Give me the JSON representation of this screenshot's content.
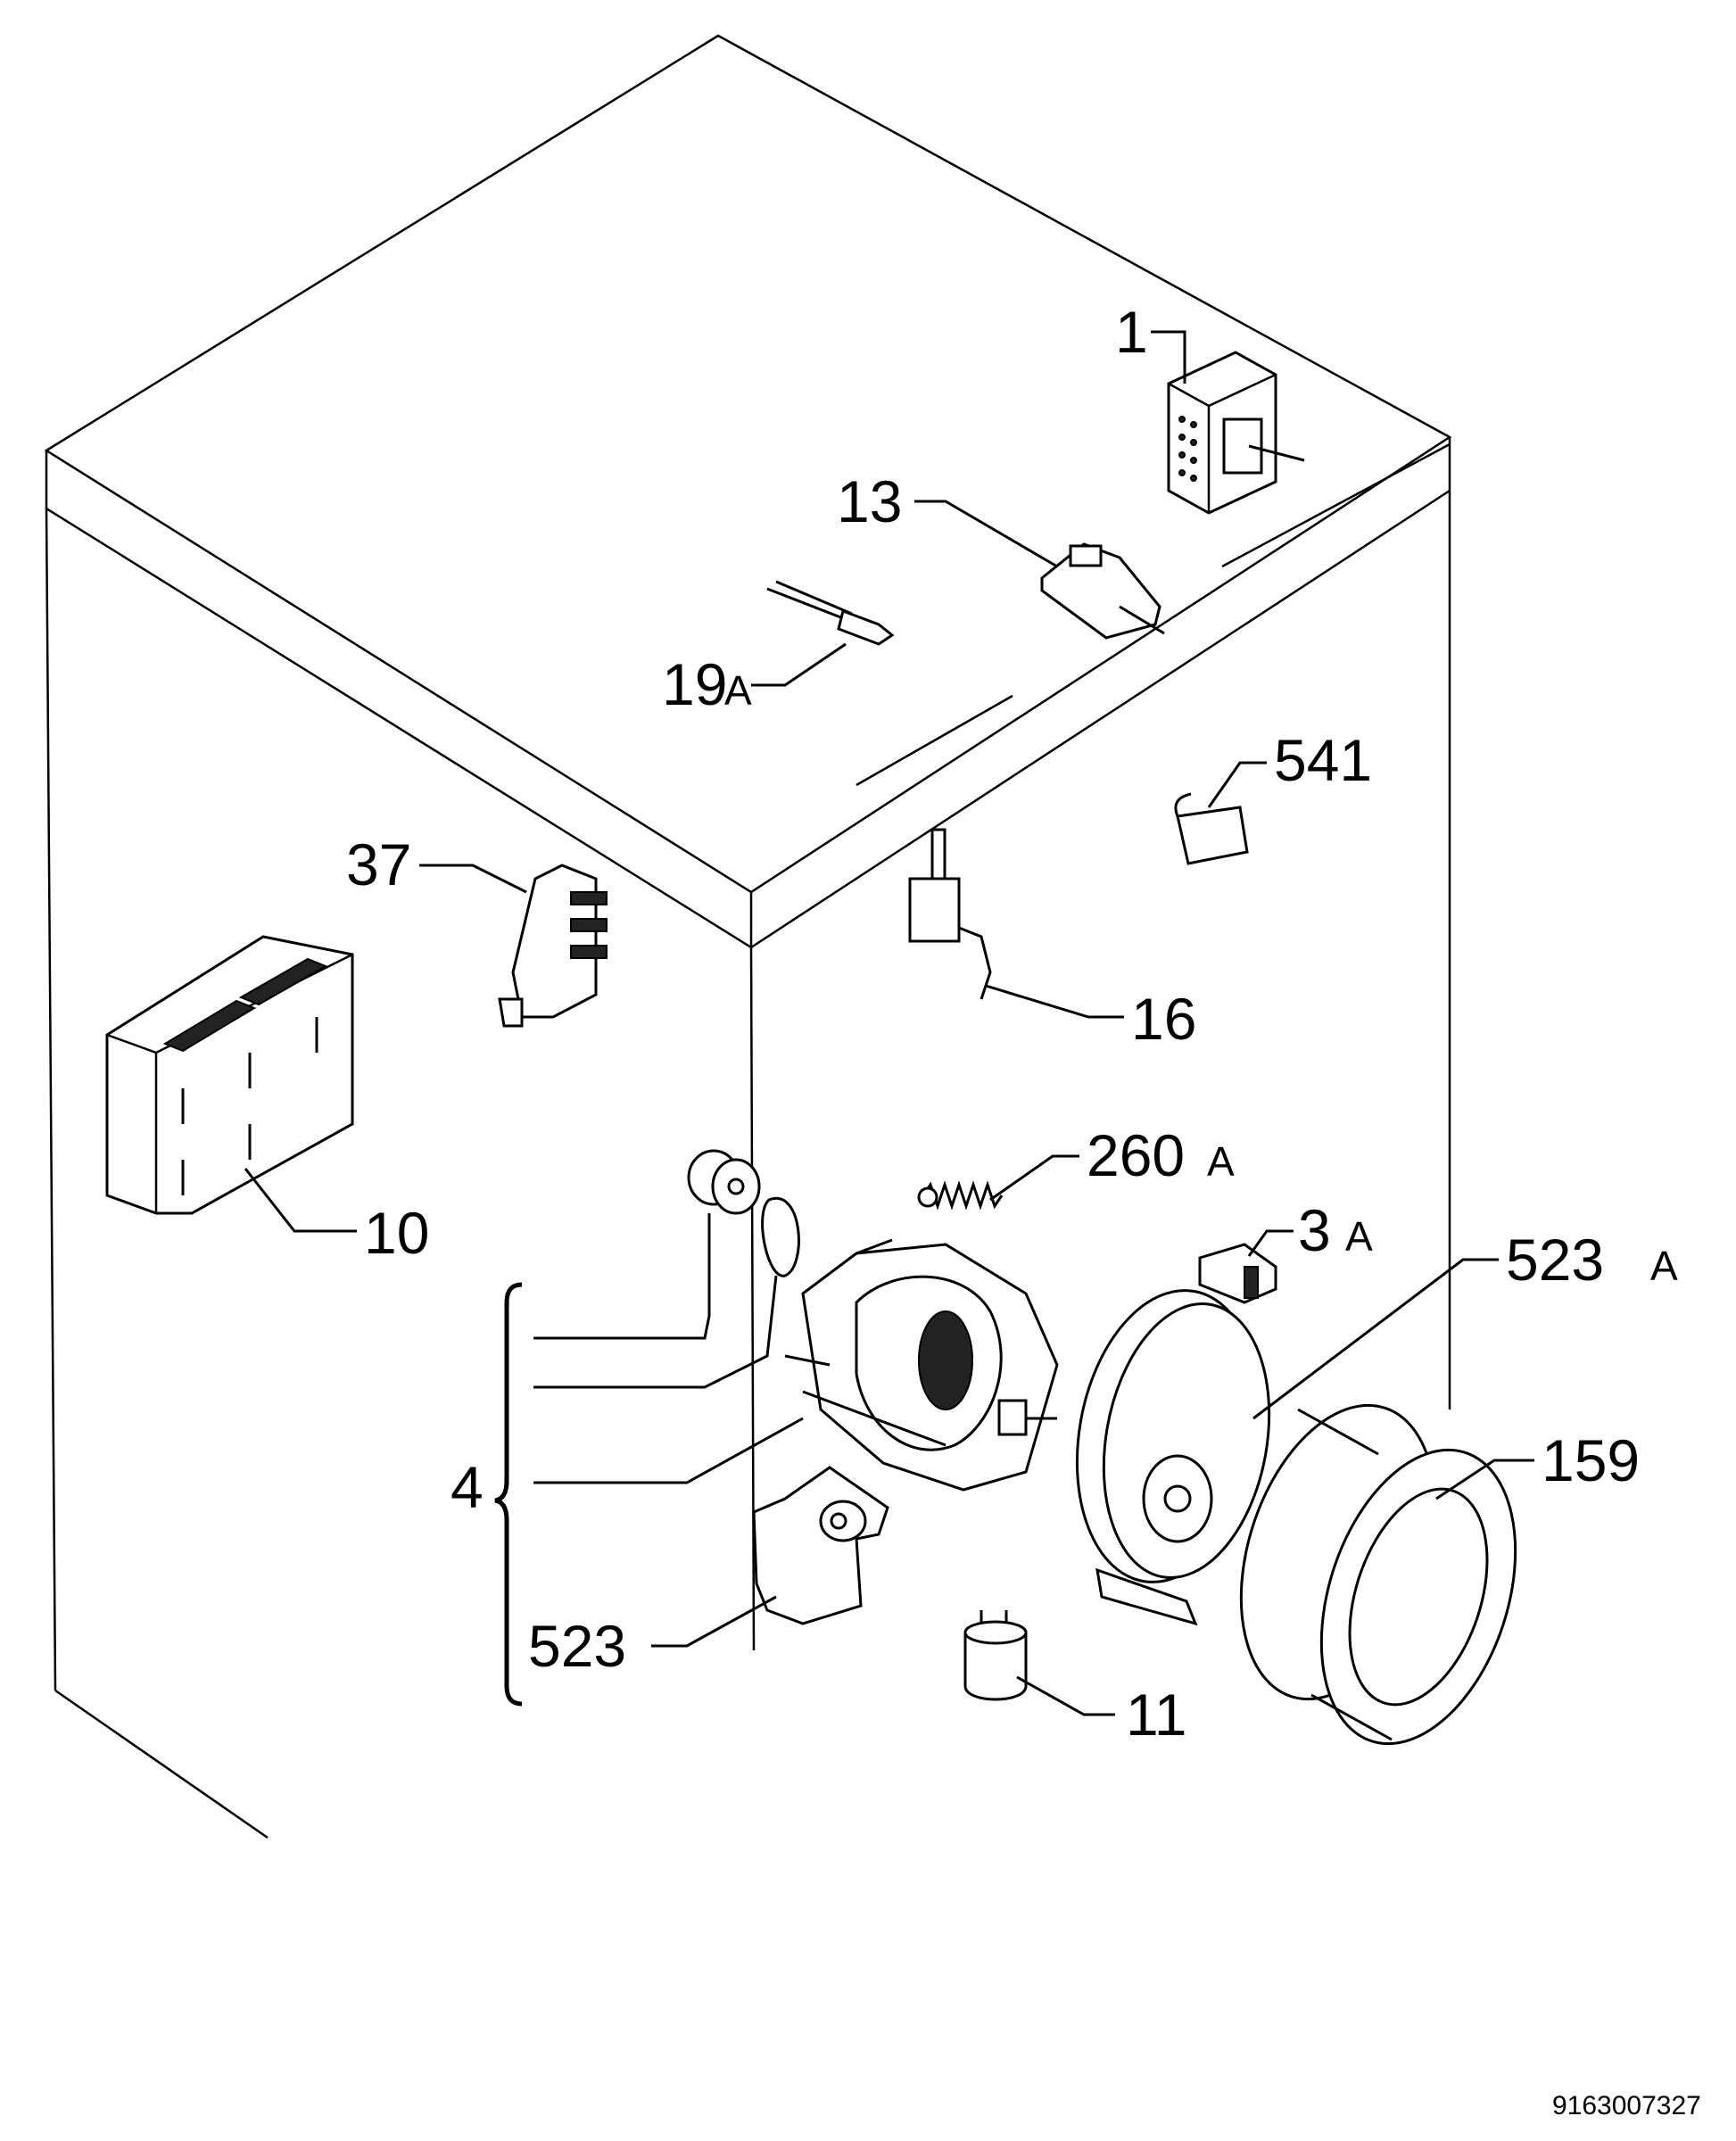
{
  "callouts": {
    "c1": "1",
    "c13": "13",
    "c19a_num": "19",
    "c19a_suffix": "A",
    "c541": "541",
    "c37": "37",
    "c16": "16",
    "c10": "10",
    "c260a_num": "260",
    "c260a_suffix": "A",
    "c3a_num": "3",
    "c3a_suffix": "A",
    "c523a_num": "523",
    "c523a_suffix": "A",
    "c159": "159",
    "c4": "4",
    "c523": "523",
    "c11": "11"
  },
  "document_number": "9163007327"
}
